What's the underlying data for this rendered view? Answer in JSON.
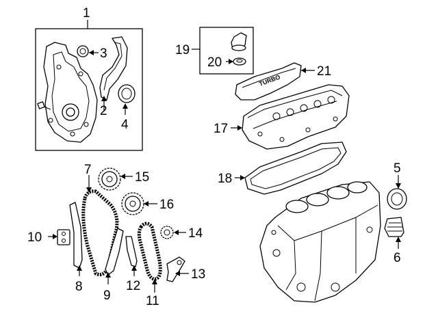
{
  "callouts": [
    {
      "id": "1",
      "label": "1"
    },
    {
      "id": "2",
      "label": "2"
    },
    {
      "id": "3",
      "label": "3"
    },
    {
      "id": "4",
      "label": "4"
    },
    {
      "id": "5",
      "label": "5"
    },
    {
      "id": "6",
      "label": "6"
    },
    {
      "id": "7",
      "label": "7"
    },
    {
      "id": "8",
      "label": "8"
    },
    {
      "id": "9",
      "label": "9"
    },
    {
      "id": "10",
      "label": "10"
    },
    {
      "id": "11",
      "label": "11"
    },
    {
      "id": "12",
      "label": "12"
    },
    {
      "id": "13",
      "label": "13"
    },
    {
      "id": "14",
      "label": "14"
    },
    {
      "id": "15",
      "label": "15"
    },
    {
      "id": "16",
      "label": "16"
    },
    {
      "id": "17",
      "label": "17"
    },
    {
      "id": "18",
      "label": "18"
    },
    {
      "id": "19",
      "label": "19"
    },
    {
      "id": "20",
      "label": "20"
    },
    {
      "id": "21",
      "label": "21"
    }
  ],
  "cover_text": "TURBO"
}
